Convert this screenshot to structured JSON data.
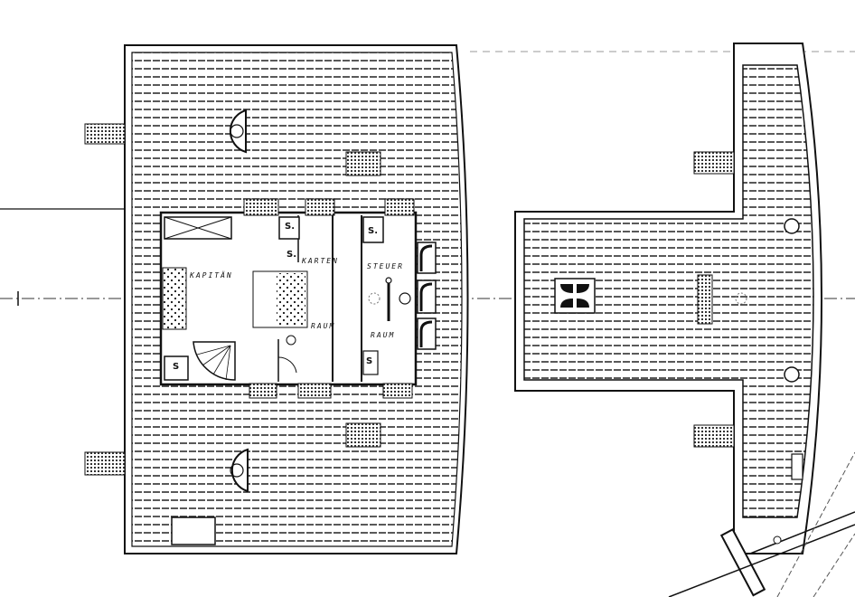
{
  "drawing": {
    "type": "ship deck plan (bridge deckhouse, plan view)",
    "left_plan": {
      "rooms": [
        {
          "id": "kapitaen",
          "label": "KAPITÄN"
        },
        {
          "id": "karten_raum",
          "label_top": "KARTEN",
          "label_bottom": "RAUM"
        },
        {
          "id": "steuer_raum",
          "label_top": "STEUER",
          "label_bottom": "RAUM"
        }
      ],
      "locker_marks": [
        "S",
        "S.",
        "S.",
        "S.",
        "S"
      ],
      "fittings": [
        "hatch-top",
        "hatch-bottom",
        "ladder-left-top",
        "ladder-left-bottom",
        "skylight-top",
        "skylight-bottom",
        "spiral-stair",
        "wheel",
        "compass",
        "window-frames"
      ]
    },
    "right_plan": {
      "fittings": [
        "skylight-grating",
        "binnacle",
        "ventilator-top",
        "ventilator-bottom",
        "ladder-top",
        "ladder-bottom"
      ]
    },
    "colors": {
      "ink": "#111111",
      "paper": "#ffffff",
      "halftone": "#888888"
    }
  }
}
